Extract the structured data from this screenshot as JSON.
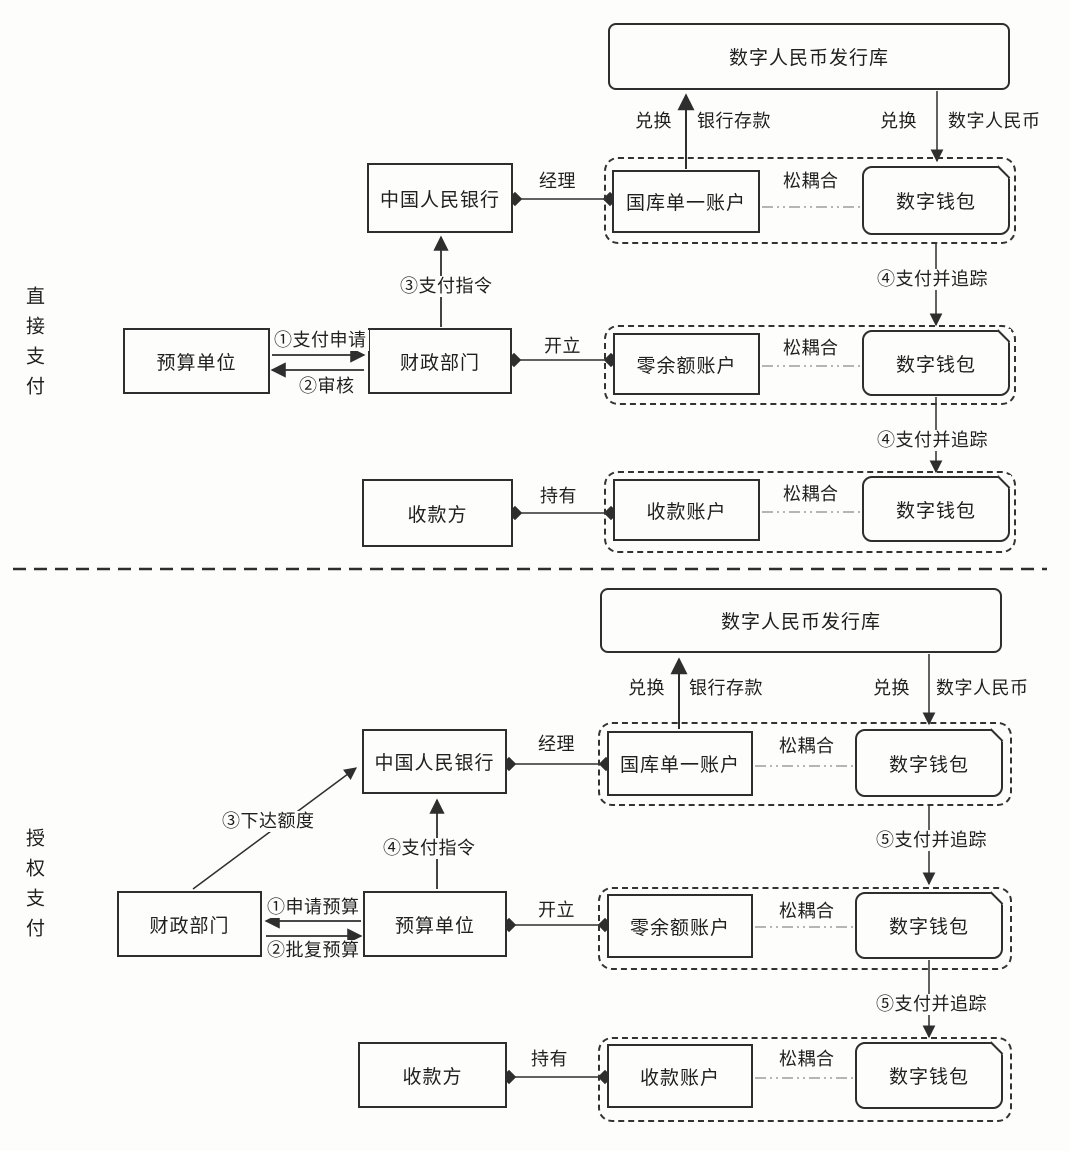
{
  "s1": {
    "side_label": "直接支付",
    "nodes": {
      "issuance_vault": "数字人民币发行库",
      "pboc_bank": "中国人民银行",
      "budget_unit": "预算单位",
      "finance_dept": "财政部门",
      "payee": "收款方",
      "treasury_single_account": "国库单一账户",
      "zero_balance_account": "零余额账户",
      "payee_account": "收款账户",
      "wallet": "数字钱包"
    },
    "edges": {
      "exchange": "兑换",
      "bank_deposit": "银行存款",
      "digital_rmb": "数字人民币",
      "manage": "经理",
      "open": "开立",
      "hold": "持有",
      "loose_coupling": "松耦合",
      "step1": "①支付申请",
      "step2": "②审核",
      "step3": "③支付指令",
      "step4_track_1": "④支付并追踪",
      "step4_track_2": "④支付并追踪"
    }
  },
  "s2": {
    "side_label": "授权支付",
    "nodes": {
      "issuance_vault": "数字人民币发行库",
      "pboc_bank": "中国人民银行",
      "budget_unit": "预算单位",
      "finance_dept": "财政部门",
      "payee": "收款方",
      "treasury_single_account": "国库单一账户",
      "zero_balance_account": "零余额账户",
      "payee_account": "收款账户",
      "wallet": "数字钱包"
    },
    "edges": {
      "exchange": "兑换",
      "bank_deposit": "银行存款",
      "digital_rmb": "数字人民币",
      "manage": "经理",
      "open": "开立",
      "hold": "持有",
      "loose_coupling": "松耦合",
      "step1": "①申请预算",
      "step2": "②批复预算",
      "step3": "③下达额度",
      "step4": "④支付指令",
      "step5_track_1": "⑤支付并追踪",
      "step5_track_2": "⑤支付并追踪"
    }
  },
  "colors": {
    "line": "#2e2e2e",
    "loose_line": "#8a8a8a",
    "background": "#fdfdfc"
  }
}
